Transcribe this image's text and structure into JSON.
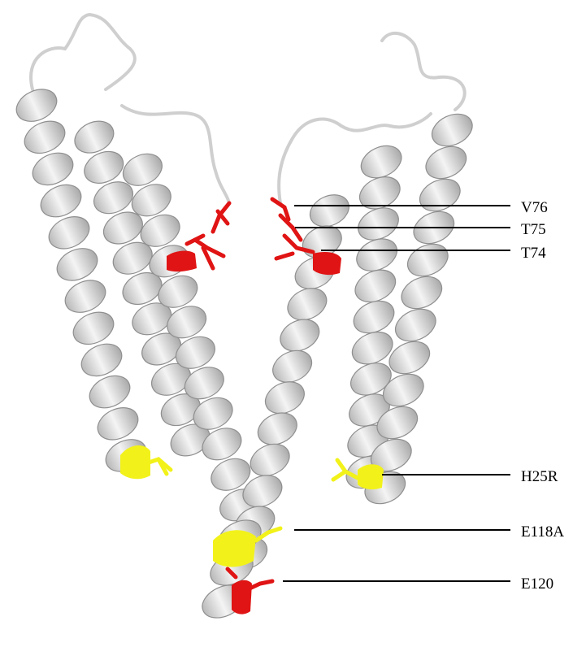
{
  "figure": {
    "background": "#ffffff",
    "ribbon_color": "#d9d9d9",
    "highlight_colors": {
      "red": "#e01414",
      "yellow": "#f2f21a"
    },
    "labels": [
      {
        "id": "v76",
        "text": "V76"
      },
      {
        "id": "t75",
        "text": "T75"
      },
      {
        "id": "t74",
        "text": "T74"
      },
      {
        "id": "h25r",
        "text": "H25R"
      },
      {
        "id": "e118a",
        "text": "E118A"
      },
      {
        "id": "e120",
        "text": "E120"
      }
    ]
  }
}
